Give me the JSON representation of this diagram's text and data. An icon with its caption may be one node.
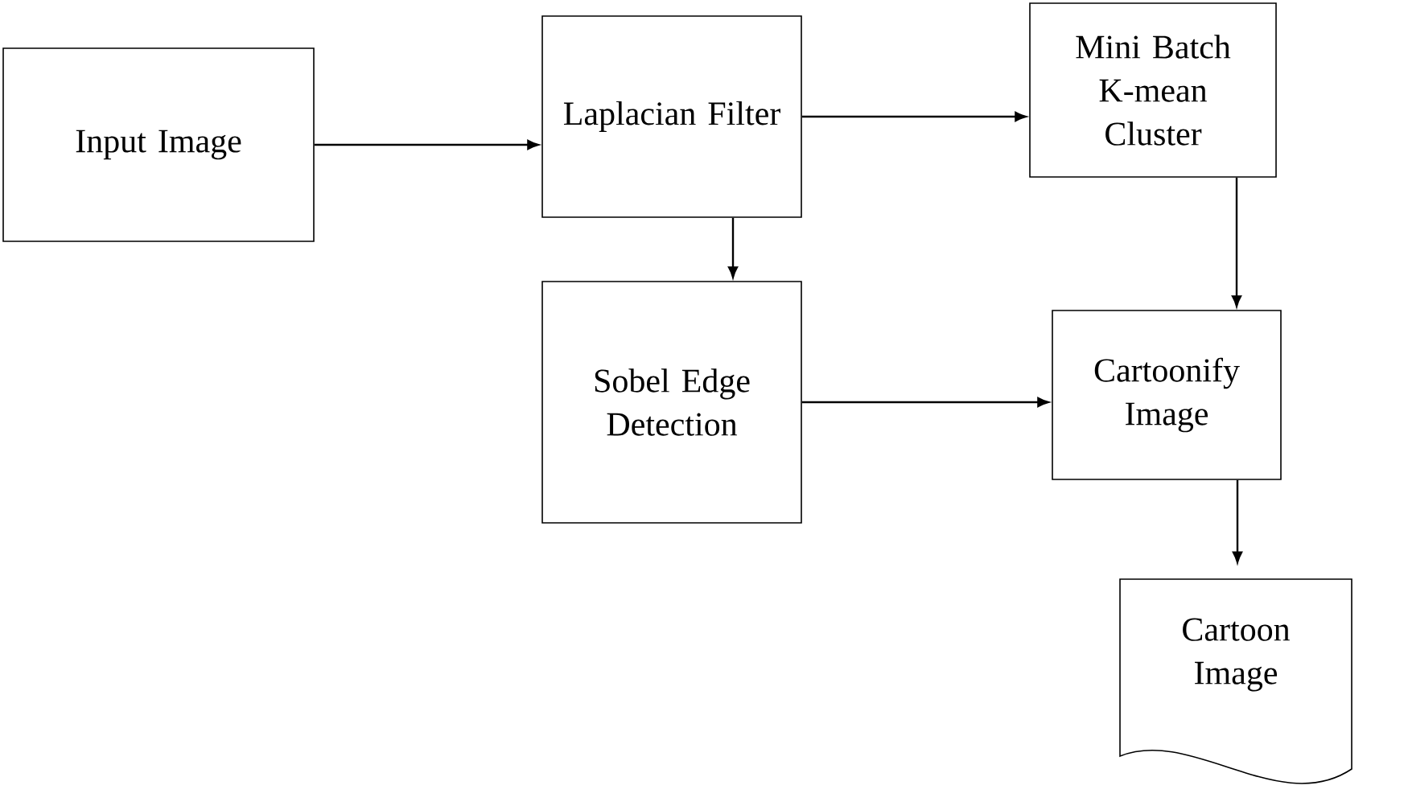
{
  "diagram": {
    "nodes": [
      {
        "text": [
          "Input Image"
        ]
      },
      {
        "text": [
          "Laplacian Filter"
        ]
      },
      {
        "text": [
          "Mini Batch K-mean Cluster"
        ]
      },
      {
        "text": [
          "Sobel Edge Detection"
        ]
      },
      {
        "text": [
          "Cartoonify Image"
        ]
      },
      {
        "text": [
          "Cartoon Image"
        ]
      }
    ],
    "edges": [
      {
        "from": 0,
        "to": 1,
        "arrow": "to"
      },
      {
        "from": 1,
        "to": 2,
        "arrow": "to"
      },
      {
        "from": 1,
        "to": 3,
        "arrow": "to"
      },
      {
        "from": 2,
        "to": 4,
        "arrow": "to"
      },
      {
        "from": 3,
        "to": 4,
        "arrow": "to"
      },
      {
        "from": 4,
        "to": 5,
        "arrow": "to"
      }
    ]
  }
}
